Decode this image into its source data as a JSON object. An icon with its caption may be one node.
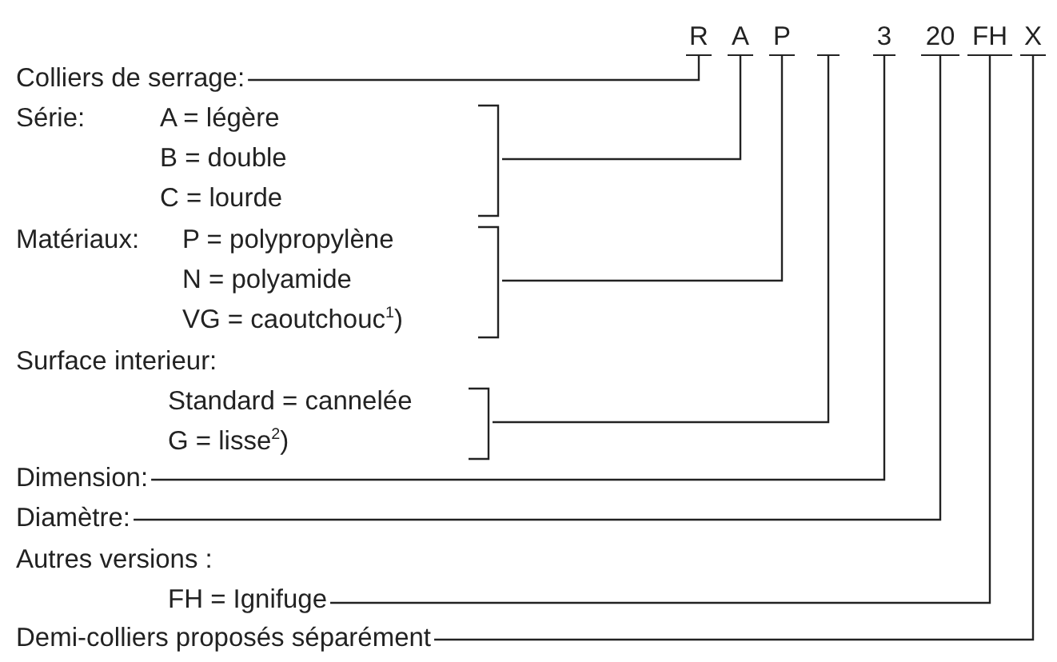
{
  "diagram": {
    "nodes": [
      {
        "text": [
          "R"
        ]
      },
      {
        "text": [
          "A"
        ]
      },
      {
        "text": [
          "P"
        ]
      },
      {
        "text": [],
        "shape": "bar"
      },
      {
        "text": [
          "3"
        ]
      },
      {
        "text": [
          "20"
        ]
      },
      {
        "text": [
          "FH"
        ]
      },
      {
        "text": [
          "X"
        ]
      },
      {
        "text": [
          "Colliers de serrage:"
        ]
      },
      {
        "text": [
          "Série:",
          "A = légère",
          "B = double",
          "C = lourde"
        ]
      },
      {
        "text": [
          "Matériaux:",
          "P = polypropylène",
          "N = polyamide",
          "VG = caoutchouc$^{1}$)"
        ]
      },
      {
        "text": [
          "Surface interieur:",
          "Standard = cannelée",
          "G = lisse$^{2}$)"
        ]
      },
      {
        "text": [
          "Dimension:"
        ]
      },
      {
        "text": [
          "Diamètre:"
        ]
      },
      {
        "text": [
          "Autres versions :",
          "FH = Ignifuge"
        ]
      },
      {
        "text": [
          "Demi-colliers proposés séparément"
        ]
      }
    ],
    "edges": [
      {
        "from": 8,
        "to": 0,
        "arrow": "none"
      },
      {
        "from": 9,
        "to": 1,
        "arrow": "none"
      },
      {
        "from": 10,
        "to": 2,
        "arrow": "none"
      },
      {
        "from": 11,
        "to": 3,
        "arrow": "none"
      },
      {
        "from": 12,
        "to": 4,
        "arrow": "none"
      },
      {
        "from": 13,
        "to": 5,
        "arrow": "none"
      },
      {
        "from": 14,
        "to": 6,
        "arrow": "none"
      },
      {
        "from": 15,
        "to": 7,
        "arrow": "none"
      }
    ]
  }
}
